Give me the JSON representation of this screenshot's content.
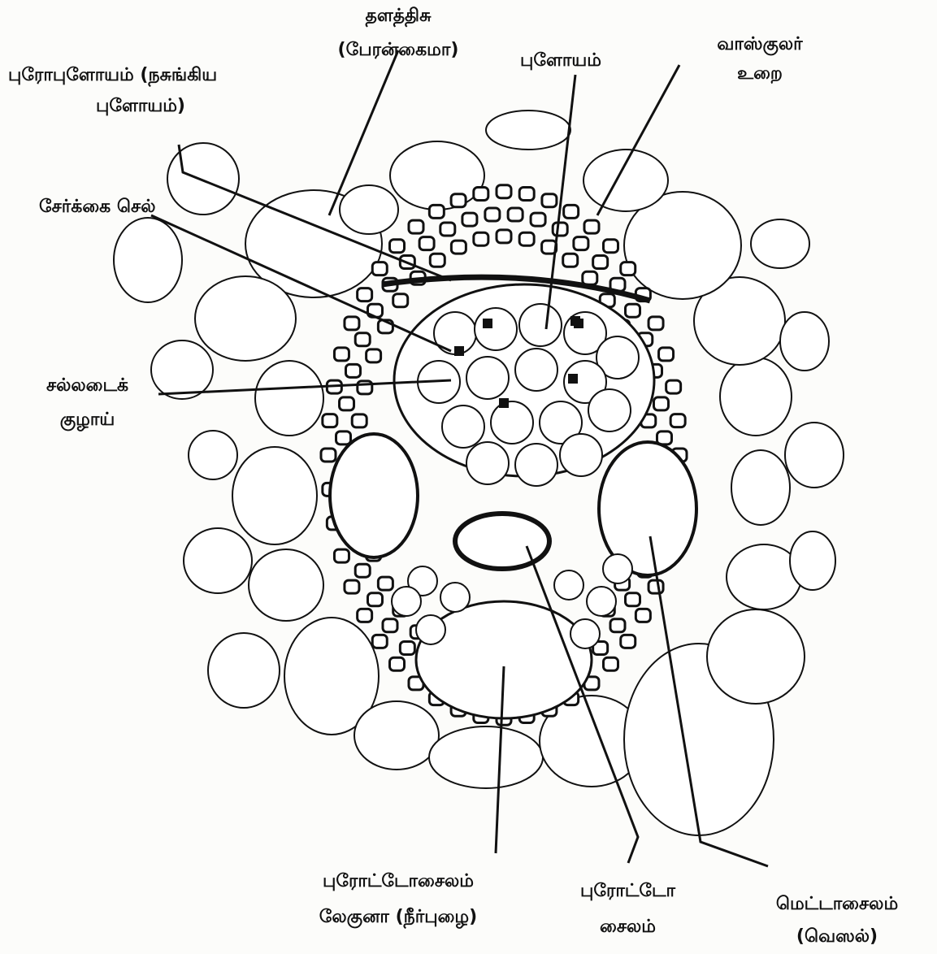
{
  "labels": {
    "bundle_sheath_line1": "தளத்திசு",
    "bundle_sheath_line2": "(பேரன்கைமா)",
    "protophloem_line1": "புரோபுளோயம்  (நசுங்கிய",
    "protophloem_line2": "புளோயம்)",
    "phloem": "புளோயம்",
    "vascular_sheath_line1": "வாஸ்குலர்",
    "vascular_sheath_line2": "உறை",
    "companion_cell": "சேர்க்கை  செல்",
    "sieve_tube_line1": "சல்லடைக்",
    "sieve_tube_line2": "குழாய்",
    "protoxylem_lacuna_line1": "புரோட்டோசைலம்",
    "protoxylem_lacuna_line2": "லேகுனா  (நீர்புழை)",
    "protoxylem_line1": "புரோட்டோ",
    "protoxylem_line2": "சைலம்",
    "metaxylem_line1": "மெட்டாசைலம்",
    "metaxylem_line2": "(வெஸல்)"
  },
  "colors": {
    "ink": "#111111",
    "paper": "#fcfcfa",
    "cell_fill": "#ffffff"
  }
}
